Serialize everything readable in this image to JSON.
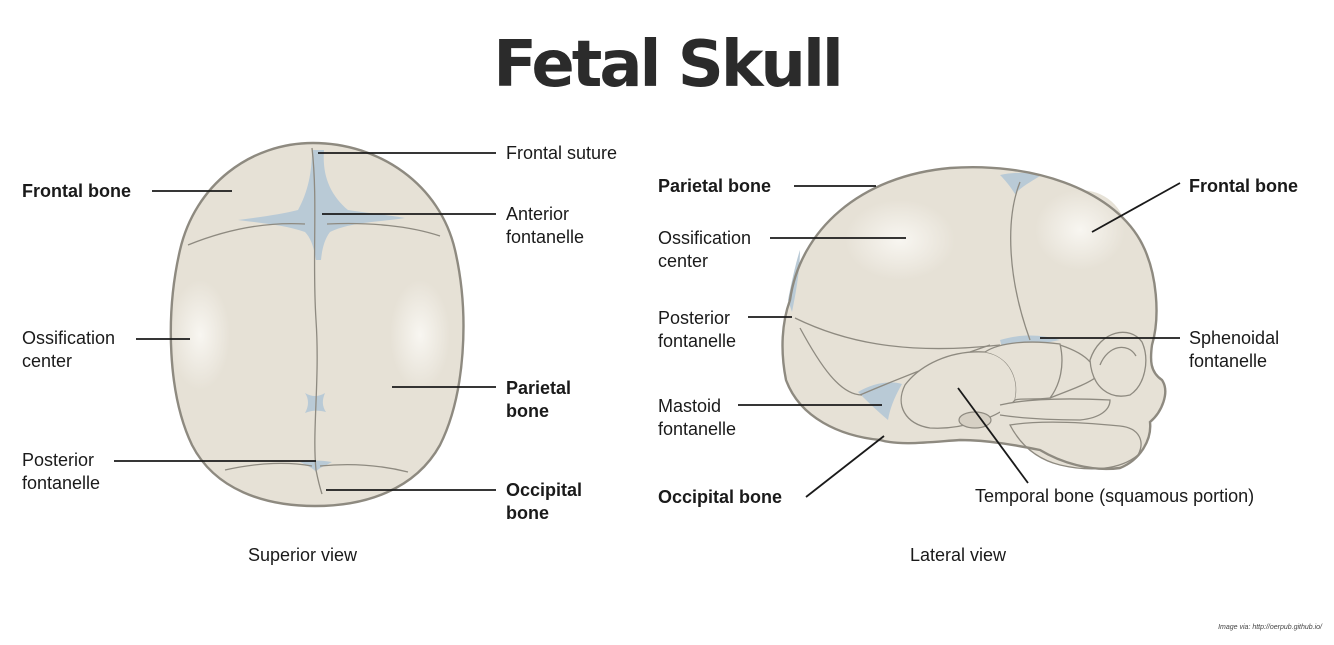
{
  "title": "Fetal Skull",
  "colors": {
    "bone": "#e6e1d6",
    "bone_outline": "#8e8a80",
    "fontanelle": "#b9cad6",
    "leader": "#1a1a1a"
  },
  "superior": {
    "view_label": "Superior view",
    "labels": {
      "frontal_suture": "Frontal suture",
      "frontal_bone": "Frontal bone",
      "anterior_fontanelle": [
        "Anterior",
        "fontanelle"
      ],
      "ossification_center": [
        "Ossification",
        "center"
      ],
      "parietal_bone": [
        "Parietal",
        "bone"
      ],
      "posterior_fontanelle": [
        "Posterior",
        "fontanelle"
      ],
      "occipital_bone": [
        "Occipital",
        "bone"
      ]
    }
  },
  "lateral": {
    "view_label": "Lateral view",
    "labels": {
      "parietal_bone": "Parietal bone",
      "frontal_bone": "Frontal bone",
      "ossification_center": [
        "Ossification",
        "center"
      ],
      "posterior_fontanelle": [
        "Posterior",
        "fontanelle"
      ],
      "sphenoidal_fontanelle": [
        "Sphenoidal",
        "fontanelle"
      ],
      "mastoid_fontanelle": [
        "Mastoid",
        "fontanelle"
      ],
      "occipital_bone": "Occipital bone",
      "temporal_bone": "Temporal bone (squamous portion)"
    }
  },
  "credit": "Image via: http://oerpub.github.io/"
}
